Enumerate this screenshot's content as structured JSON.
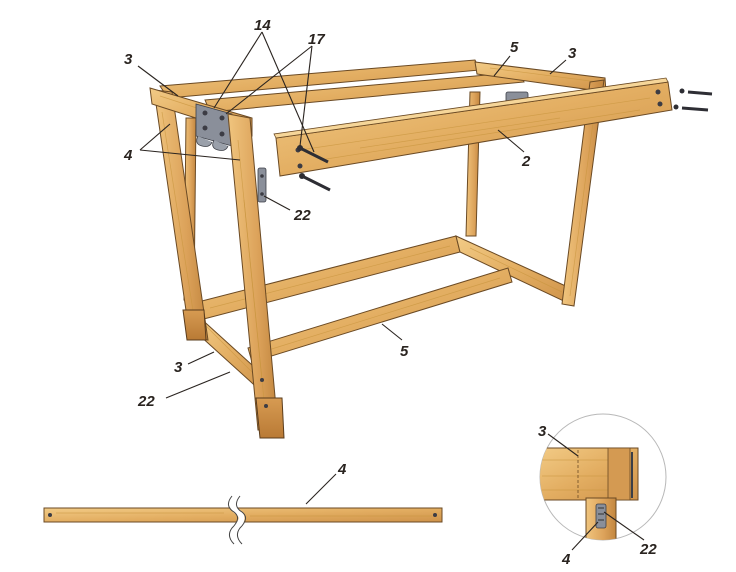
{
  "diagram": {
    "callouts": {
      "c14": "14",
      "c17": "17",
      "c3_top_left": "3",
      "c5_top": "5",
      "c3_top_right": "3",
      "c4_left": "4",
      "c2": "2",
      "c22_mid": "22",
      "c5_bottom": "5",
      "c3_bottom": "3",
      "c22_bottom": "22",
      "c4_plank": "4",
      "detail_c3": "3",
      "detail_c4": "4",
      "detail_c22": "22"
    }
  },
  "colors": {
    "wood_light": "#eec27a",
    "wood_mid": "#dea55a",
    "wood_dark": "#c4863e",
    "hardware": "#3c3c44"
  }
}
